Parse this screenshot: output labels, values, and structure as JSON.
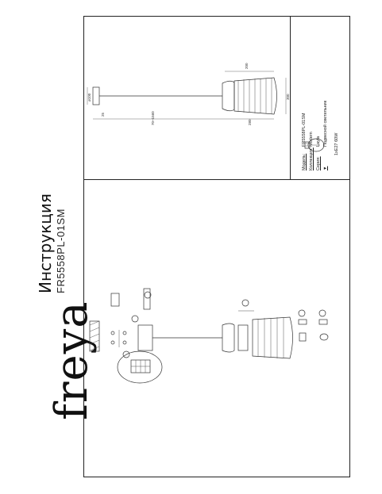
{
  "brand": "freya",
  "document": {
    "title": "Инструкция",
    "model_code": "FR5558PL-01SM"
  },
  "specs": {
    "model_label": "Модель:",
    "model_value": "FR5558PL-01SM",
    "collection_label": "Коллекция:",
    "collection_value": "Modern",
    "series_label": "Серия:",
    "series_value": "Layla",
    "type_value": "Подвесной светильник"
  },
  "bulb": {
    "spec": "1xE27 60W",
    "icon": "light-bulb-icon"
  },
  "dimensions": {
    "canopy_diameter": "ø100",
    "canopy_height": "25",
    "cord_length": "70~1560",
    "shade_width": "280",
    "shade_height": "300",
    "total_width": "200"
  }
}
